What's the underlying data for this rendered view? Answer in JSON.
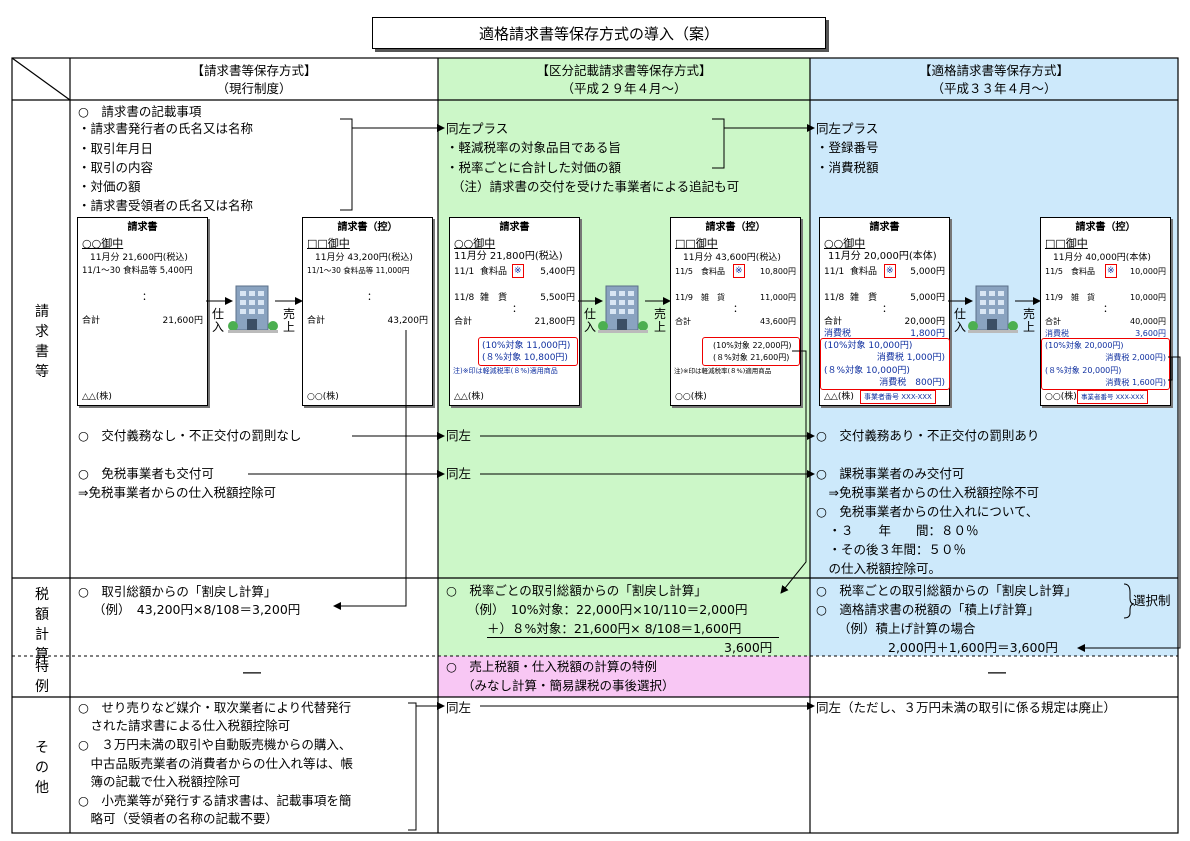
{
  "title": "適格請求書等保存方式の導入（案）",
  "columns": [
    {
      "name": "【請求書等保存方式】",
      "sub": "（現行制度）"
    },
    {
      "name": "【区分記載請求書等保存方式】",
      "sub": "（平成２９年４月～）"
    },
    {
      "name": "【適格請求書等保存方式】",
      "sub": "（平成３３年４月～）"
    }
  ],
  "rows": {
    "invoice": "請求書等",
    "tax": "税額計算",
    "special": "特例",
    "other": "その他"
  },
  "col1": {
    "items_head": "○　請求書の記載事項",
    "items": [
      "・請求書発行者の氏名又は名称",
      "・取引年月日",
      "・取引の内容",
      "・対価の額",
      "・請求書受領者の氏名又は名称"
    ],
    "duty": "○　交付義務なし・不正交付の罰則なし",
    "exempt1": "○　免税事業者も交付可",
    "exempt2": "⇒免税事業者からの仕入税額控除可",
    "tax1": "○　取引総額からの「割戻し計算」",
    "tax2": "（例）　43,200円×8/108＝3,200円",
    "special": "―",
    "other": [
      "○　せり売りなど媒介・取次業者により代替発行",
      "　された請求書による仕入税額控除可",
      "○　３万円未満の取引や自動販売機からの購入、",
      "　中古品販売業者の消費者からの仕入れ等は、帳",
      "　簿の記載で仕入税額控除可",
      "○　小売業等が発行する請求書は、記載事項を簡",
      "　略可（受領者の名称の記載不要）"
    ]
  },
  "col2": {
    "plus": "同左プラス",
    "items": [
      "・軽減税率の対象品目である旨",
      "・税率ごとに合計した対価の額"
    ],
    "note": "（注）請求書の交付を受けた事業者による追記も可",
    "duty": "同左",
    "exempt": "同左",
    "tax1": "○　税率ごとの取引総額からの「割戻し計算」",
    "tax2": "（例）　10%対象：22,000円×10/110＝2,000円",
    "tax3": "＋）８%対象：21,600円× 8/108＝1,600円",
    "tax4": "3,600円",
    "special1": "○　売上税額・仕入税額の計算の特例",
    "special2": "（みなし計算・簡易課税の事後選択）",
    "other": "同左"
  },
  "col3": {
    "plus": "同左プラス",
    "items": [
      "・登録番号",
      "・消費税額"
    ],
    "duty": "○　交付義務あり・不正交付の罰則あり",
    "exempt": [
      "○　課税事業者のみ交付可",
      "　⇒免税事業者からの仕入税額控除不可",
      "○　免税事業者からの仕入れについて、",
      "　・３　　年　　間：８０％",
      "　・その後３年間：５０％",
      "　の仕入税額控除可。"
    ],
    "tax1": "○　税率ごとの取引総額からの「割戻し計算」",
    "tax2": "○　適格請求書の税額の「積上げ計算」",
    "choice": "選択制",
    "tax3": "（例）積上げ計算の場合",
    "tax4": "2,000円＋1,600円＝3,600円",
    "special": "―",
    "other": "同左（ただし、３万円未満の取引に係る規定は廃止）"
  },
  "flow": {
    "buy": "仕入",
    "sell": "売上"
  },
  "docs": {
    "a": {
      "title": "請求書",
      "to": "○○御中",
      "line1": "11月分 21,600円(税込)",
      "line2": "11/1～30 食料品等 5,400円",
      "dots": "：",
      "total_l": "合計",
      "total_v": "21,600円",
      "from": "△△(株)"
    },
    "b": {
      "title": "請求書（控）",
      "to": "□□御中",
      "line1": "11月分 43,200円(税込)",
      "line2": "11/1～30 食料品等 11,000円",
      "dots": "：",
      "total_l": "合計",
      "total_v": "43,200円",
      "from": "○○(株)"
    },
    "c": {
      "title": "請求書",
      "to": "○○御中",
      "line1": "11月分 21,800円(税込)",
      "r1d": "11/1",
      "r1n": "食料品",
      "mark": "※",
      "r1v": "5,400円",
      "r2d": "11/8",
      "r2n": "雑　貨",
      "r2v": "5,500円",
      "dots": "：",
      "total_l": "合計",
      "total_v": "21,800円",
      "s1": "(10%対象 11,000円)",
      "s2": "(８%対象 10,800円)",
      "note": "注)※印は軽減税率(８%)適用商品",
      "from": "△△(株)"
    },
    "d": {
      "title": "請求書（控）",
      "to": "□□御中",
      "line1": "11月分 43,600円(税込)",
      "r1d": "11/5",
      "r1n": "食料品",
      "mark": "※",
      "r1v": "10,800円",
      "r2d": "11/9",
      "r2n": "雑　貨",
      "r2v": "11,000円",
      "dots": "：",
      "total_l": "合計",
      "total_v": "43,600円",
      "s1": "(10%対象 22,000円)",
      "s2": "(８%対象 21,600円)",
      "note": "注)※印は軽減税率(８%)適用商品",
      "from": "○○(株)"
    },
    "e": {
      "title": "請求書",
      "to": "○○御中",
      "line1": "11月分 20,000円(本体)",
      "r1d": "11/1",
      "r1n": "食料品",
      "mark": "※",
      "r1v": "5,000円",
      "r2d": "11/8",
      "r2n": "雑　貨",
      "r2v": "5,000円",
      "dots": "：",
      "total_l": "合計",
      "total_v": "20,000円",
      "tax_l": "消費税",
      "tax_v": "1,800円",
      "s1": "(10%対象 10,000円)",
      "s1t": "消費税 1,000円)",
      "s2": "(８%対象 10,000円)",
      "s2t": "消費税　800円)",
      "from": "△△(株)",
      "reg": "事業者番号 XXX-XXX"
    },
    "f": {
      "title": "請求書（控）",
      "to": "□□御中",
      "line1": "11月分 40,000円(本体)",
      "r1d": "11/5",
      "r1n": "食料品",
      "mark": "※",
      "r1v": "10,000円",
      "r2d": "11/9",
      "r2n": "雑　貨",
      "r2v": "10,000円",
      "dots": "：",
      "total_l": "合計",
      "total_v": "40,000円",
      "tax_l": "消費税",
      "tax_v": "3,600円",
      "s1": "(10%対象 20,000円)",
      "s1t": "消費税 2,000円)",
      "s2": "(８%対象 20,000円)",
      "s2t": "消費税 1,600円)",
      "from": "○○(株)",
      "reg": "事業者番号 XXX-XXX"
    }
  },
  "colors": {
    "green": "#ccf7c8",
    "blue": "#cde9fb",
    "pink": "#f8c7f4",
    "red": "#e00000",
    "doc_blue": "#1030a0"
  }
}
